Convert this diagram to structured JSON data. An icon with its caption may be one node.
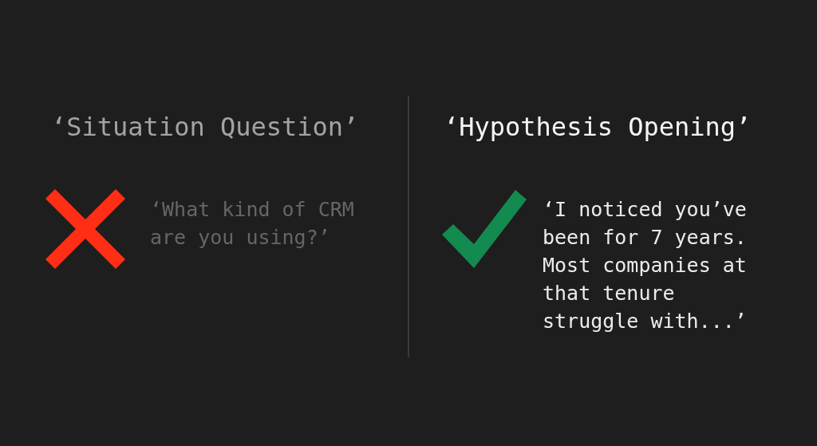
{
  "diagram": {
    "labels": [
      "‘Situation Question’",
      "‘What kind of CRM are you using?’",
      "‘Hypothesis Opening’",
      "‘I noticed you’ve been for 7 years. Most companies at that tenure struggle with...’"
    ]
  }
}
